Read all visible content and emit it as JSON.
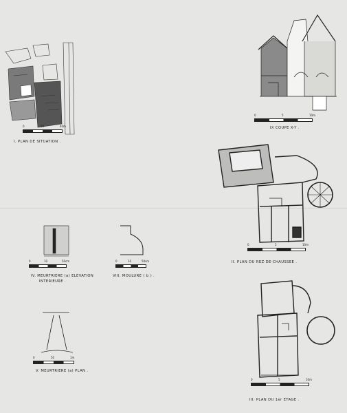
{
  "captions": {
    "situation": "I. PLAN DE SITUATION .",
    "coupe": "IX COUPE X-Y .",
    "rez": "II. PLAN DU REZ-DE-CHAUSSEE .",
    "etage": "III. PLAN DU 1er ETAGE .",
    "elevation_1": "IV. MEURTRIERE (a) ELEVATION",
    "elevation_2": "INTERIEURE .",
    "moulure": "VIII. MOULURE ( b ) .",
    "meurtriere_plan": "V. MEURTRIERE (a) PLAN ."
  },
  "scales": {
    "situation": [
      "0",
      "20",
      "40m"
    ],
    "coupe": [
      "0",
      "5",
      "10m"
    ],
    "rez": [
      "0",
      "5",
      "10m"
    ],
    "etage": [
      "0",
      "5",
      "10m"
    ],
    "elevation": [
      "0",
      "10",
      "50cm"
    ],
    "moulure": [
      "0",
      "10",
      "50cm"
    ],
    "plan": [
      "0",
      "50",
      "1m"
    ]
  }
}
